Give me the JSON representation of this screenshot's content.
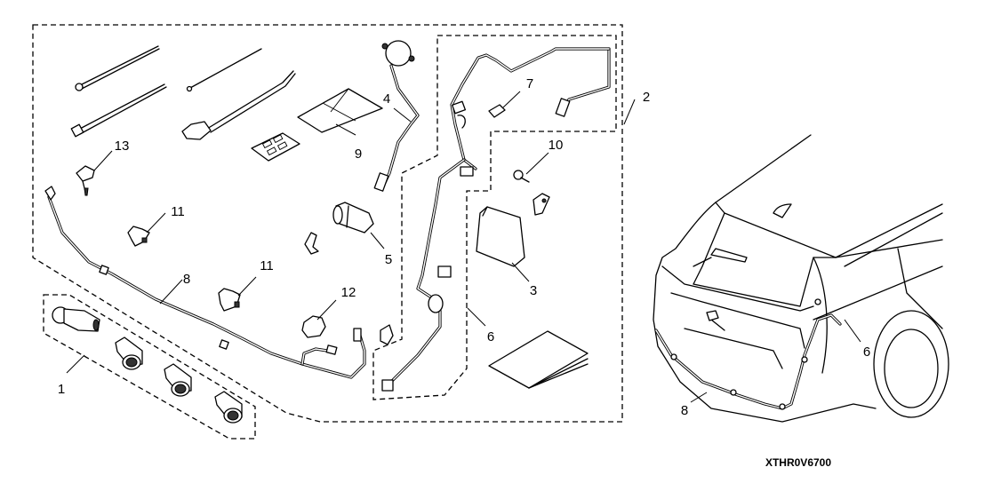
{
  "diagram": {
    "type": "exploded-parts-diagram",
    "subject": "Rear parking sensor kit with vehicle installation view",
    "reference_code": "XTHR0V6700",
    "callouts": [
      {
        "id": "c1",
        "label": "1"
      },
      {
        "id": "c2",
        "label": "2"
      },
      {
        "id": "c3",
        "label": "3"
      },
      {
        "id": "c4",
        "label": "4"
      },
      {
        "id": "c5",
        "label": "5"
      },
      {
        "id": "c6a",
        "label": "6"
      },
      {
        "id": "c6b",
        "label": "6"
      },
      {
        "id": "c7",
        "label": "7"
      },
      {
        "id": "c8a",
        "label": "8"
      },
      {
        "id": "c8b",
        "label": "8"
      },
      {
        "id": "c9",
        "label": "9"
      },
      {
        "id": "c10",
        "label": "10"
      },
      {
        "id": "c11a",
        "label": "11"
      },
      {
        "id": "c11b",
        "label": "11"
      },
      {
        "id": "c12",
        "label": "12"
      },
      {
        "id": "c13",
        "label": "13"
      }
    ]
  }
}
